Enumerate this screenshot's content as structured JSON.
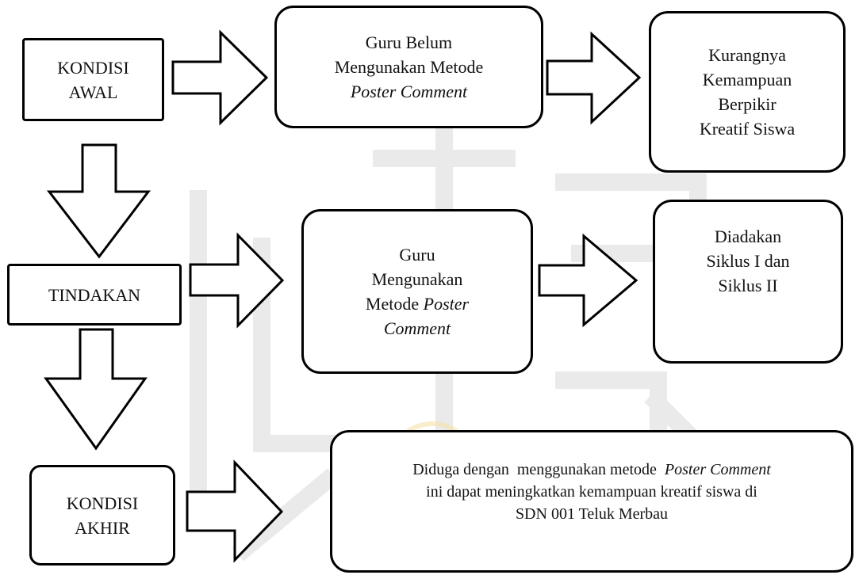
{
  "diagram": {
    "kondisi_awal": {
      "line1": "KONDISI",
      "line2": "AWAL"
    },
    "guru_belum": {
      "line1": "Guru Belum",
      "line2": "Mengunakan Metode",
      "line3_italic": "Poster Comment"
    },
    "kurangnya": {
      "line1": "Kurangnya",
      "line2": "Kemampuan",
      "line3": "Berpikir",
      "line4": "Kreatif Siswa"
    },
    "tindakan": {
      "line1": "TINDAKAN"
    },
    "guru_mengunakan": {
      "line1": "Guru",
      "line2": "Mengunakan",
      "line3_plain": "Metode ",
      "line3_italic": "Poster",
      "line4_italic": "Comment"
    },
    "diadakan": {
      "line1": "Diadakan",
      "line2": "Siklus I dan",
      "line3": "Siklus II"
    },
    "kondisi_akhir": {
      "line1": "KONDISI",
      "line2": "AKHIR"
    },
    "diduga": {
      "line1_plain": "Diduga dengan  menggunakan metode  ",
      "line1_italic": "Poster Comment",
      "line2": "ini dapat meningkatkan kemampuan kreatif siswa di",
      "line3": "SDN 001 Teluk Merbau"
    }
  }
}
